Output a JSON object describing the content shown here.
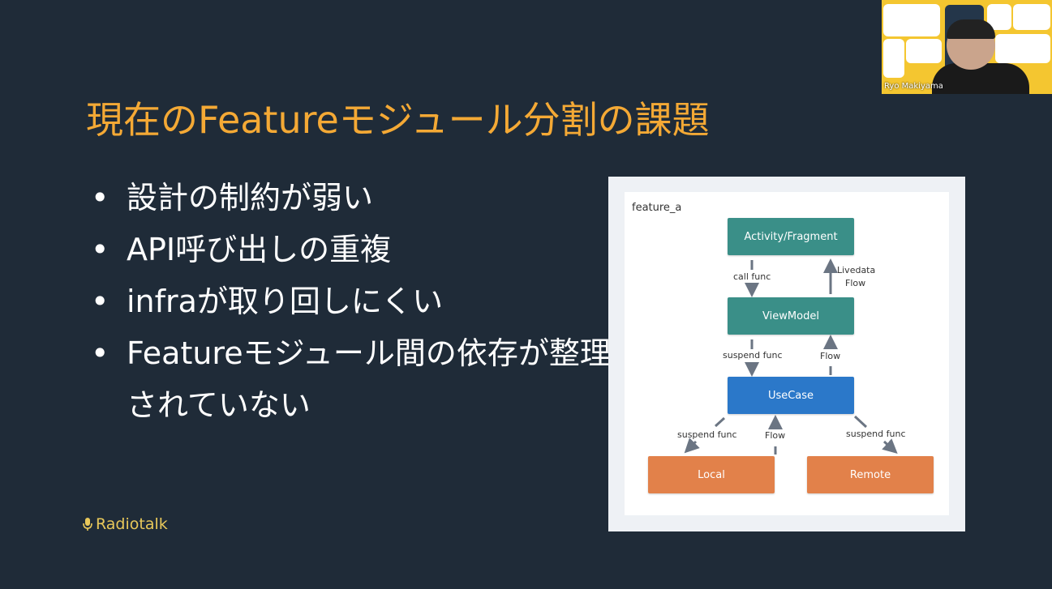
{
  "slide": {
    "title": "現在のFeatureモジュール分割の課題",
    "bullets": [
      "設計の制約が弱い",
      "API呼び出しの重複",
      "infraが取り回しにくい",
      "Featureモジュール間の依存が整理されていない"
    ],
    "logo_text": "Radiotalk",
    "colors": {
      "background": "#1f2b38",
      "title": "#f4a935",
      "teal": "#3a8f88",
      "blue": "#2b78c9",
      "orange": "#e2814a"
    }
  },
  "diagram": {
    "module_label": "feature_a",
    "boxes": {
      "activity": "Activity/Fragment",
      "viewmodel": "ViewModel",
      "usecase": "UseCase",
      "local": "Local",
      "remote": "Remote"
    },
    "arrows": {
      "call_func": "call func",
      "livedata": "Livedata",
      "livedata_flow": "Flow",
      "vm_suspend": "suspend func",
      "vm_flow": "Flow",
      "local_suspend": "suspend func",
      "local_flow": "Flow",
      "remote_suspend": "suspend func"
    }
  },
  "camera": {
    "participant_name": "Ryo Makiyama"
  }
}
